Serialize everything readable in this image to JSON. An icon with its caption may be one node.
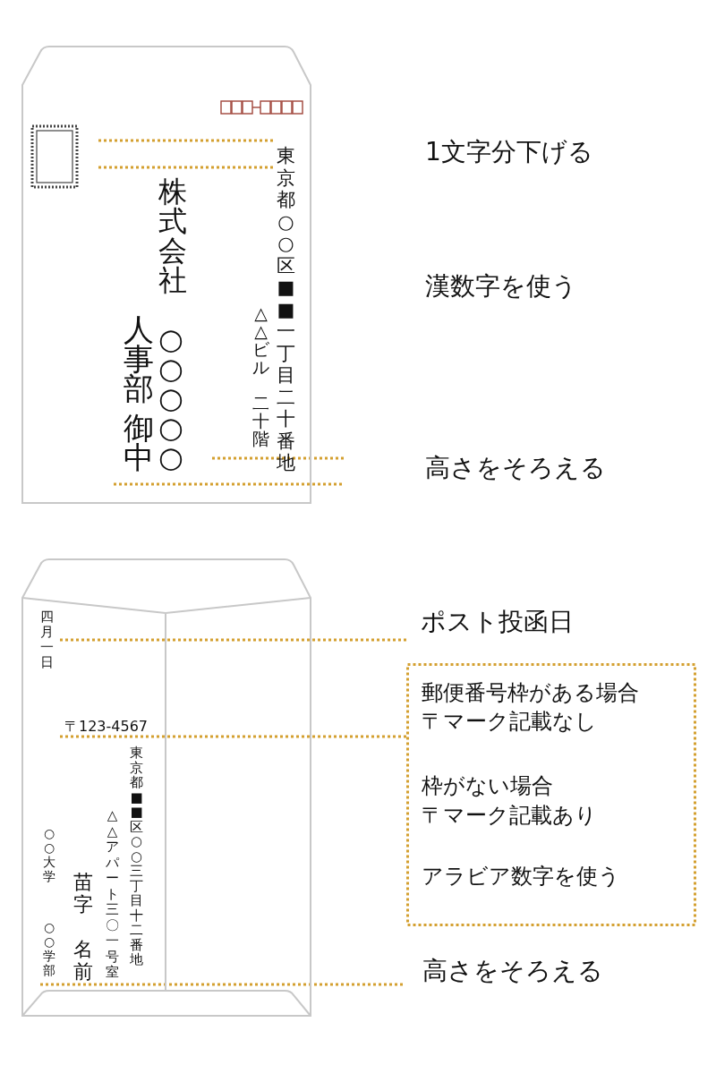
{
  "diagram": {
    "nodes": [
      {
        "text": [
          "東京都○○区■■一丁目二十番地",
          "△△ビル",
          "二十階",
          "株式会社",
          "○○○○○",
          "人事部",
          "御中"
        ]
      },
      {
        "text": [
          "四月一日",
          "〒123-4567",
          "東京都■■区○○三丁目十二番地",
          "△△アパート三〇一号室",
          "苗字",
          "名前",
          "○○大学",
          "○○学部"
        ]
      },
      {
        "text": [
          "郵便番号枠がある場合",
          "〒マーク記載なし",
          "枠がない場合",
          "〒マーク記載あり",
          "アラビア数字を使う"
        ]
      }
    ],
    "edges": [
      {
        "from": 2,
        "to": 1,
        "arrow": "none",
        "style": "dashed"
      }
    ],
    "labels": [
      "1文字分下げる",
      "漢数字を使う",
      "高さをそろえる",
      "ポスト投函日",
      "高さをそろえる"
    ]
  }
}
